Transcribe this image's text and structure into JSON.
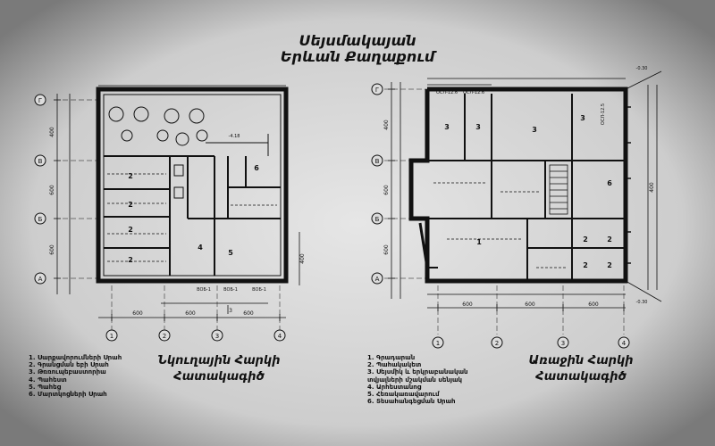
{
  "title": {
    "line1": "Սեյսմակայան",
    "line2": "Երևան Քաղաքում"
  },
  "plans": [
    {
      "caption_line1": "Նկուղային Հարկի",
      "caption_line2": "Հատակագիծ",
      "legend": [
        "1. Սարքավորումների Սրահ",
        "2. Գրանցման եբի Սրահ",
        "3. Թռռուպեբաստորիա",
        "4. Պահեստ",
        "5. Պահեց",
        "6. Մարտկոցների Սրահ"
      ],
      "row_axes": [
        "Г",
        "В",
        "Б",
        "А"
      ],
      "col_axes": [
        "1",
        "2",
        "3",
        "4"
      ],
      "dims_bottom": [
        "600",
        "600",
        "600"
      ],
      "dims_left": [
        "400",
        "600",
        "600",
        "400"
      ],
      "dim_bottom_total": "3",
      "room_numbers": [
        "2",
        "2",
        "2",
        "2",
        "6",
        "4",
        "5"
      ],
      "section_marks": [
        "ВОБ-1",
        "ВОБ-1",
        "ВОБ-1"
      ],
      "elevation": "-4.18"
    },
    {
      "caption_line1": "Առաջին Հարկի",
      "caption_line2": "Հատակագիծ",
      "legend": [
        "1. Գրադարան",
        "2. Պահակակետ",
        "3. Սեյսմիկ և երկրաբանական",
        "   տվյալների մշակման սենյակ",
        "4. Արհեստանոց",
        "5. Հեռակառավարում",
        "6. Տեսահանգեցման Սրահ"
      ],
      "row_axes": [
        "Г",
        "В",
        "Б",
        "А"
      ],
      "col_axes": [
        "1",
        "2",
        "3",
        "4"
      ],
      "dims_bottom": [
        "600",
        "600",
        "600"
      ],
      "dims_left": [
        "400",
        "600",
        "600",
        "400"
      ],
      "room_numbers": [
        "3",
        "3",
        "3",
        "3",
        "6",
        "1",
        "2",
        "2",
        "2",
        "2"
      ],
      "section_marks": [
        "ОСЛ-12.6",
        "ОСЛ-12.6",
        "ОСЛ-12.5"
      ],
      "elevations": [
        "-0.30",
        "-0.30"
      ]
    }
  ]
}
